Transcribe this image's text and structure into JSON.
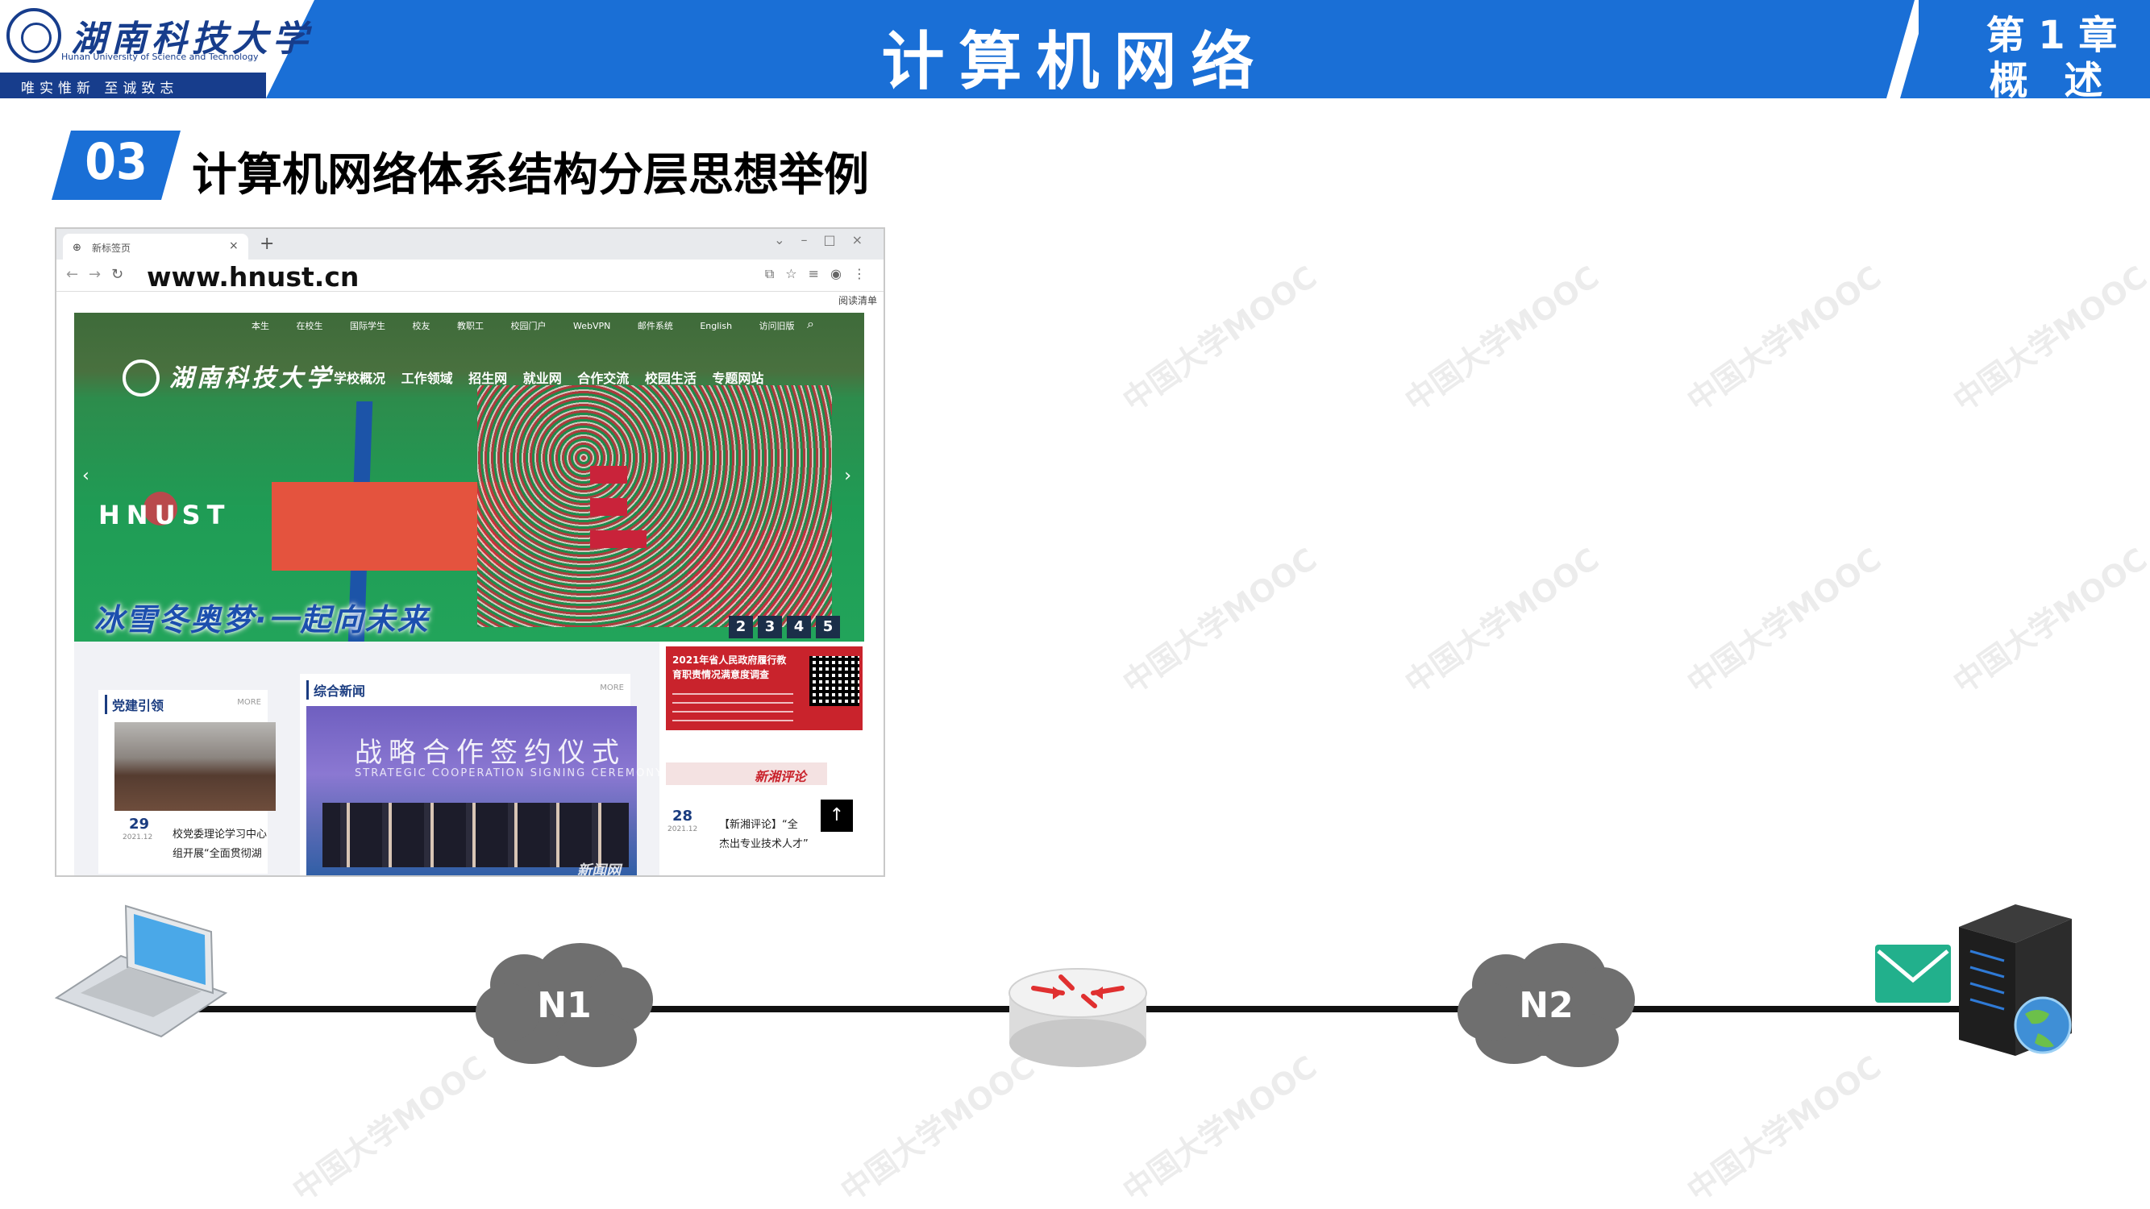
{
  "header": {
    "university_cn": "湖南科技大学",
    "university_en": "Hunan University of Science and Technology",
    "motto": "唯实惟新  至诚致志",
    "course_title": "计算机网络",
    "chapter_line1": "第 1 章",
    "chapter_line2": "概 述"
  },
  "section": {
    "number": "03",
    "title": "计算机网络体系结构分层思想举例"
  },
  "browser": {
    "tab_label": "新标签页",
    "tab_close": "×",
    "tab_new": "+",
    "url": "www.hnust.cn",
    "reading_list": "阅读清单",
    "site": {
      "top_nav": "本生 在校生 国际学生 校友 教职工 校园门户 WebVPN 邮件系统 English 访问旧版",
      "logo_text": "湖南科技大学",
      "main_nav": "学校概况 工作领域 招生网 就业网 合作交流 校园生活 专题网站",
      "hero_word": "HNUST",
      "slogan": "冰雪冬奥梦·一起向未来",
      "pager": [
        "2",
        "3",
        "4",
        "5"
      ],
      "col1": {
        "title": "党建引领",
        "more": "MORE",
        "day": "29",
        "ym": "2021.12",
        "line1": "校党委理论学习中心",
        "line2": "组开展“全面贯彻湖"
      },
      "col2": {
        "title": "综合新闻",
        "more": "MORE",
        "photo_text": "战略合作签约仪式",
        "photo_sub": "STRATEGIC COOPERATION SIGNING CEREMONY",
        "watermark": "新闻网"
      },
      "col3": {
        "red_title": "2021年省人民政府履行教育职责情况满意度调查",
        "strip_text": "新湘评论",
        "day": "28",
        "ym": "2021.12",
        "line1": "【新湘评论】“全",
        "line2": "杰出专业技术人才”",
        "back_top": "↑"
      }
    }
  },
  "diagram": {
    "cloud1": "N1",
    "cloud2": "N2"
  },
  "watermark_text": "中国大学MOOC",
  "colors": {
    "header_blue": "#1a6fd6",
    "navy": "#173d8c",
    "cloud_gray": "#6f6f6f",
    "envelope_green": "#22b08c"
  }
}
